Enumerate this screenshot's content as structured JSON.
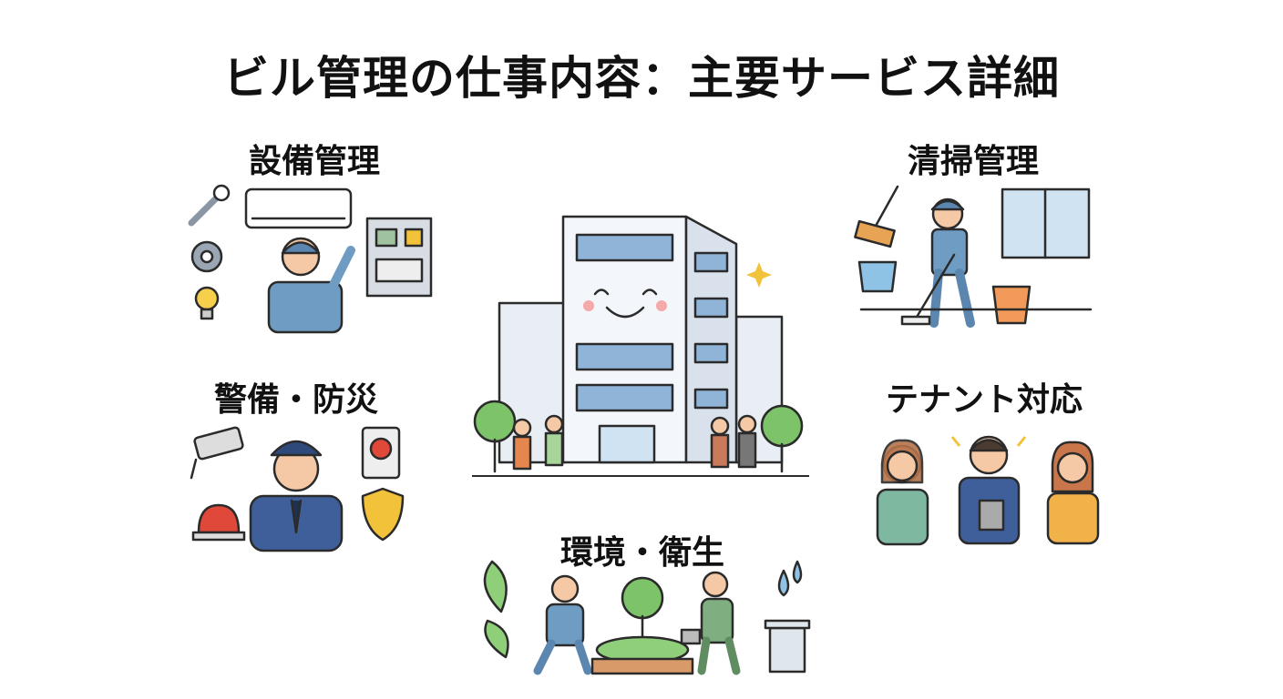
{
  "title": "ビル管理の仕事内容：主要サービス詳細",
  "sections": {
    "facility": {
      "label": "設備管理"
    },
    "cleaning": {
      "label": "清掃管理"
    },
    "security": {
      "label": "警備・防災"
    },
    "tenant": {
      "label": "テナント対応"
    },
    "environment": {
      "label": "環境・衛生"
    }
  },
  "colors": {
    "building": "#e9eef5",
    "window": "#8fb4d8",
    "uniform": "#6f9cc2",
    "police": "#3f5f9a",
    "tree": "#7cc36a",
    "alarm": "#e0483a",
    "shield": "#f2c23a",
    "bucket": "#8ec3e6",
    "orange_bucket": "#f29a5a"
  }
}
